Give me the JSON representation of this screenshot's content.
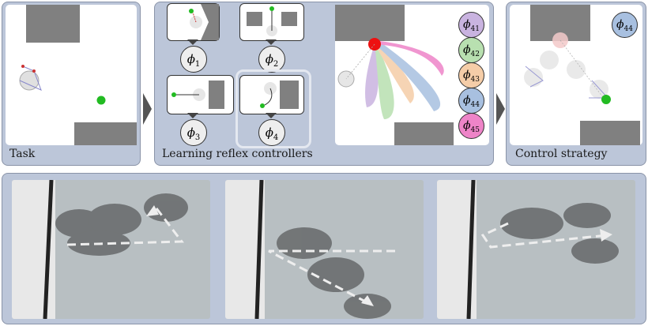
{
  "panels": {
    "task": {
      "caption": "Task"
    },
    "learning": {
      "caption": "Learning reflex controllers"
    },
    "strategy": {
      "caption": "Control strategy"
    }
  },
  "controllers": [
    {
      "symbol": "ϕ",
      "sub": "1"
    },
    {
      "symbol": "ϕ",
      "sub": "2"
    },
    {
      "symbol": "ϕ",
      "sub": "3"
    },
    {
      "symbol": "ϕ",
      "sub": "4"
    }
  ],
  "library": [
    {
      "symbol": "ϕ",
      "sub": "41",
      "color": "#c9b3e0"
    },
    {
      "symbol": "ϕ",
      "sub": "42",
      "color": "#b8e0b0"
    },
    {
      "symbol": "ϕ",
      "sub": "43",
      "color": "#f5cda8"
    },
    {
      "symbol": "ϕ",
      "sub": "44",
      "color": "#a8c0e0"
    },
    {
      "symbol": "ϕ",
      "sub": "45",
      "color": "#ee84c8"
    }
  ],
  "selected": {
    "symbol": "ϕ",
    "sub": "44",
    "color": "#a8c0e0"
  },
  "colors": {
    "panel": "#bcc6d9",
    "obstacle": "#808080",
    "goal": "#22bb22",
    "arrow": "#555555"
  }
}
